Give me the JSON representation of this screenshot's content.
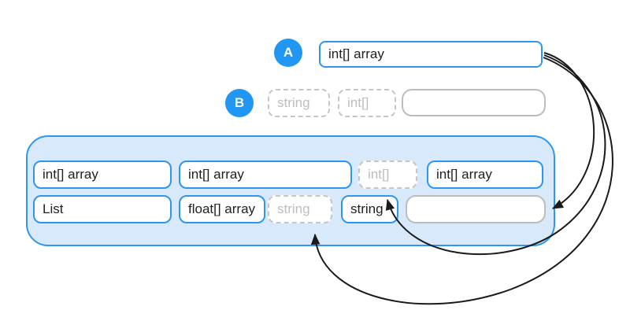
{
  "palette": {
    "accent_blue": "#2196F3",
    "box_border_blue": "#2E96F0",
    "container_fill": "#D8E9FB",
    "gray_border": "#BDBDBD",
    "gray_text": "#BDBDBD",
    "text_dark": "#212121",
    "arrow_color": "#1A1A1A"
  },
  "section_a": {
    "label": "A",
    "box": {
      "text": "int[] array"
    }
  },
  "section_b": {
    "label": "B",
    "boxes": [
      {
        "text": "string"
      },
      {
        "text": "int[]"
      },
      {
        "text": ""
      }
    ]
  },
  "container": {
    "row1": [
      {
        "text": "int[] array"
      },
      {
        "text": "int[] array"
      },
      {
        "text": "int[]"
      },
      {
        "text": "int[] array"
      }
    ],
    "row2": [
      {
        "text": "List"
      },
      {
        "text": "float[] array"
      },
      {
        "text": "string"
      },
      {
        "text": "string"
      },
      {
        "text": ""
      }
    ]
  },
  "arrows": [
    {
      "from": "a-box",
      "to": "container-row2-empty-box"
    },
    {
      "from": "a-box",
      "to": "container-row1-dashed-int-box"
    },
    {
      "from": "a-box",
      "to": "container-row2-dashed-string-box"
    }
  ]
}
